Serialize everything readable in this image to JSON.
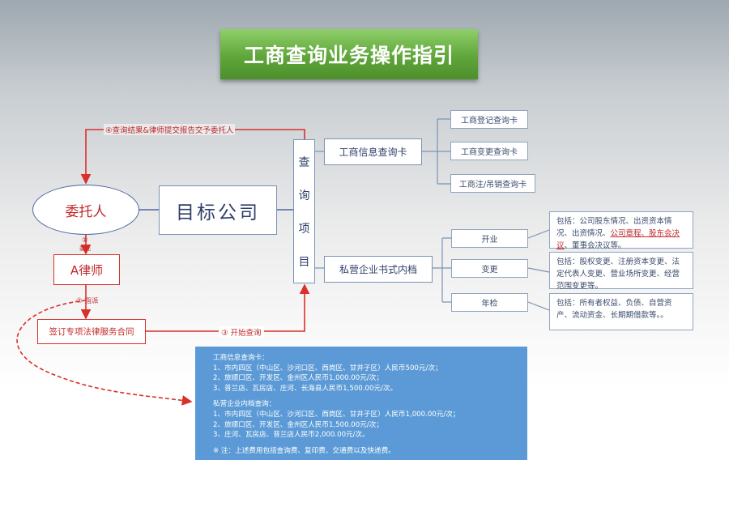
{
  "title": "工商查询业务操作指引",
  "nodes": {
    "client": "委托人",
    "lawyer": "A律师",
    "contract": "签订专项法律服务合同",
    "target": "目标公司",
    "query_items_chars": [
      "查",
      "询",
      "项",
      "目"
    ],
    "biz_card": "工商信息查询卡",
    "biz_sub": [
      "工商登记查询卡",
      "工商变更查询卡",
      "工商注/吊销查询卡"
    ],
    "private_archive": "私营企业书式内档",
    "archive_sub": [
      "开业",
      "变更",
      "年检"
    ]
  },
  "descriptions": {
    "kaiye_pre": "包括：公司股东情况、出资资本情况、出资情况、",
    "kaiye_hl": "公司章程、股东会决议",
    "kaiye_post": "、董事会决议等。",
    "biangeng": "包括：股权变更、注册资本变更、法定代表人变更、营业场所变更、经营范围变更等。",
    "nianjian": "包括：所有者权益、负债、自营资产、流动资金、长期期借款等。。"
  },
  "arrows": {
    "step1": "①",
    "step1_sub": "委托",
    "step2": "② 指派",
    "step3": "③ 开始查询",
    "step4": "④查询结果&律师提交报告交予委托人"
  },
  "info": {
    "biz_title": "工商信息查询卡：",
    "biz_lines": [
      "1、市内四区（中山区、沙河口区、西岗区、甘井子区）人民币500元/次；",
      "2、旅顺口区、开发区、金州区人民币1,000.00元/次；",
      "3、普兰店、瓦房店、庄河、长海县人民币1,500.00元/次。"
    ],
    "private_title": "私营企业内档查询：",
    "private_lines": [
      "1、市内四区（中山区、沙河口区、西岗区、甘井子区）人民币1,000.00元/次；",
      "2、旅顺口区、开发区、金州区人民币1,500.00元/次；",
      "3、庄河、瓦房店、普兰店人民币2,000.00元/次。"
    ],
    "note": "※ 注：上述费用包括查询费、复印费、交通费以及快递费。"
  },
  "colors": {
    "banner_green": "#5fa63a",
    "arrow_red": "#d9302a",
    "box_border_blue": "#7a93b4",
    "info_panel_blue": "#5b9ad6"
  }
}
